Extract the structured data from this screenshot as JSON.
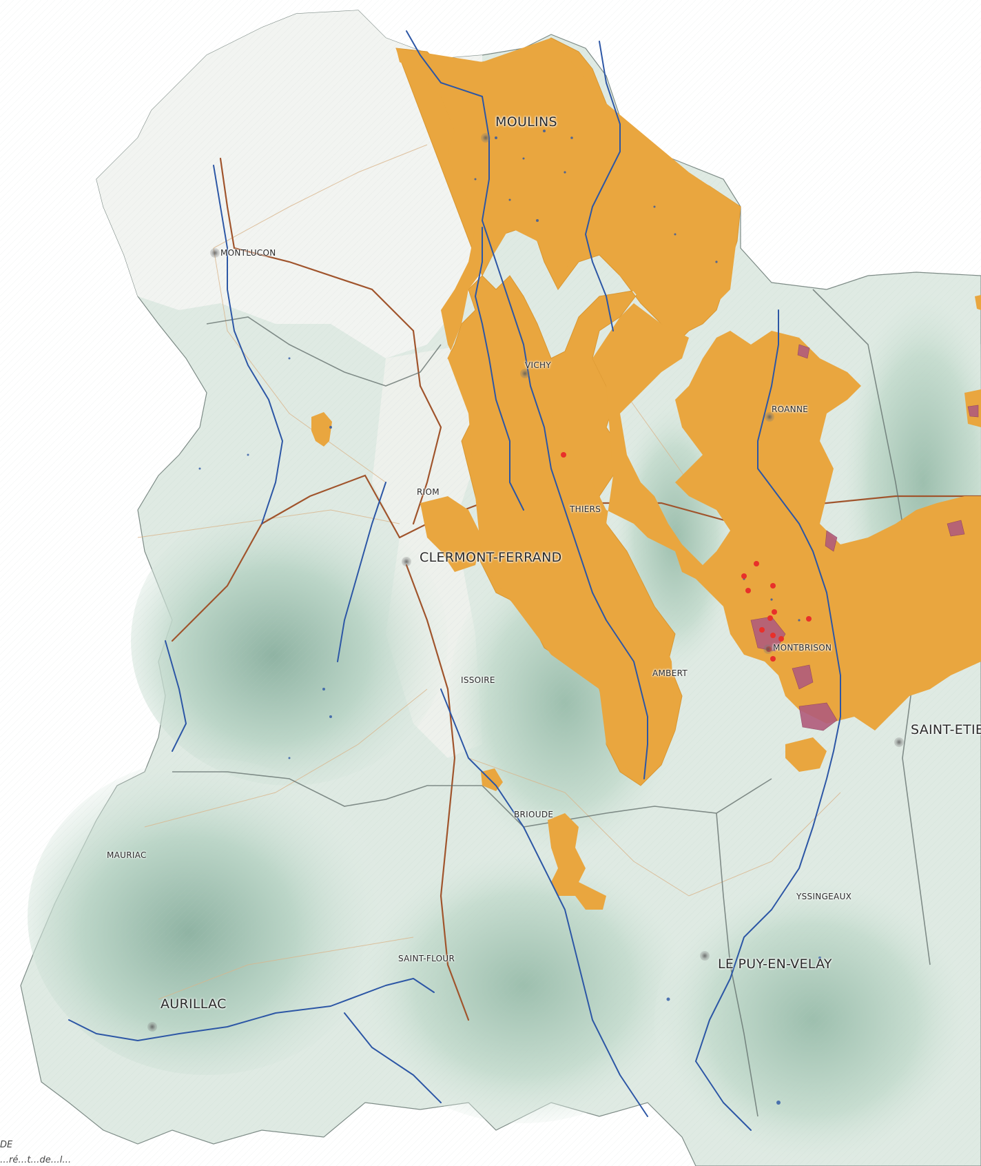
{
  "cities": [
    {
      "id": "moulins",
      "name": "MOULINS",
      "rank": "major"
    },
    {
      "id": "montlucon",
      "name": "MONTLUCON",
      "rank": "minor"
    },
    {
      "id": "vichy",
      "name": "VICHY",
      "rank": "minor"
    },
    {
      "id": "roanne",
      "name": "ROANNE",
      "rank": "minor"
    },
    {
      "id": "riom",
      "name": "RIOM",
      "rank": "minor"
    },
    {
      "id": "thiers",
      "name": "THIERS",
      "rank": "minor"
    },
    {
      "id": "clermont",
      "name": "CLERMONT-FERRAND",
      "rank": "major"
    },
    {
      "id": "montbrison",
      "name": "MONTBRISON",
      "rank": "minor"
    },
    {
      "id": "ambert",
      "name": "AMBERT",
      "rank": "minor"
    },
    {
      "id": "issoire",
      "name": "ISSOIRE",
      "rank": "minor"
    },
    {
      "id": "saintetienne",
      "name": "SAINT-ETIE",
      "rank": "major"
    },
    {
      "id": "brioude",
      "name": "BRIOUDE",
      "rank": "minor"
    },
    {
      "id": "mauriac",
      "name": "MAURIAC",
      "rank": "minor"
    },
    {
      "id": "yssingeaux",
      "name": "YSSINGEAUX",
      "rank": "minor"
    },
    {
      "id": "saintflour",
      "name": "SAINT-FLOUR",
      "rank": "minor"
    },
    {
      "id": "lepuy",
      "name": "LE PUY-EN-VELAY",
      "rank": "major"
    },
    {
      "id": "aurillac",
      "name": "AURILLAC",
      "rank": "major"
    }
  ],
  "legend_fragment": [
    "DE",
    "…ré…t…de…l…"
  ],
  "colors": {
    "zone_fill": "#e9a63f",
    "zone_stroke": "#d99630",
    "relief_light": "#eef3ee",
    "relief_mid": "#cfe3d8",
    "relief_dark": "#a9c8ba",
    "lowland": "#f3f3f1",
    "river": "#2c56a5",
    "road_major": "#a0542c",
    "road_minor": "#d9b48a",
    "boundary": "#5f6b68",
    "site_points": "#e8302a",
    "wetland": "#b15c7b"
  }
}
